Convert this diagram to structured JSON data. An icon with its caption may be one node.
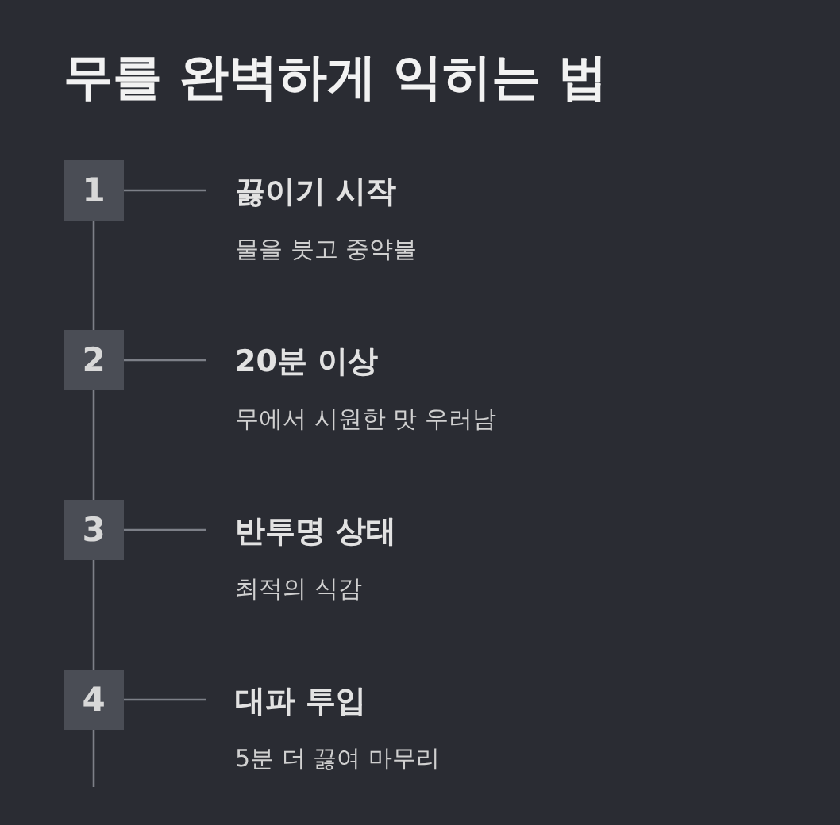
{
  "diagram": {
    "title": "무를 완벽하게 익히는 법",
    "nodes": [
      {
        "text": [
          "1"
        ]
      },
      {
        "text": [
          "끓이기 시작",
          "물을 붓고 중약불"
        ]
      },
      {
        "text": [
          "2"
        ]
      },
      {
        "text": [
          "20분 이상",
          "무에서 시원한 맛 우러남"
        ]
      },
      {
        "text": [
          "3"
        ]
      },
      {
        "text": [
          "반투명 상태",
          "최적의 식감"
        ]
      },
      {
        "text": [
          "4"
        ]
      },
      {
        "text": [
          "대파 투입",
          "5분 더 끓여 마무리"
        ]
      }
    ],
    "edges": [
      {
        "from": 0,
        "to": 1,
        "arrow": "none"
      },
      {
        "from": 0,
        "to": 2,
        "arrow": "none"
      },
      {
        "from": 2,
        "to": 3,
        "arrow": "none"
      },
      {
        "from": 2,
        "to": 4,
        "arrow": "none"
      },
      {
        "from": 4,
        "to": 5,
        "arrow": "none"
      },
      {
        "from": 4,
        "to": 6,
        "arrow": "none"
      },
      {
        "from": 6,
        "to": 7,
        "arrow": "none"
      },
      {
        "from": 6,
        "to": null,
        "arrow": "none"
      }
    ]
  }
}
